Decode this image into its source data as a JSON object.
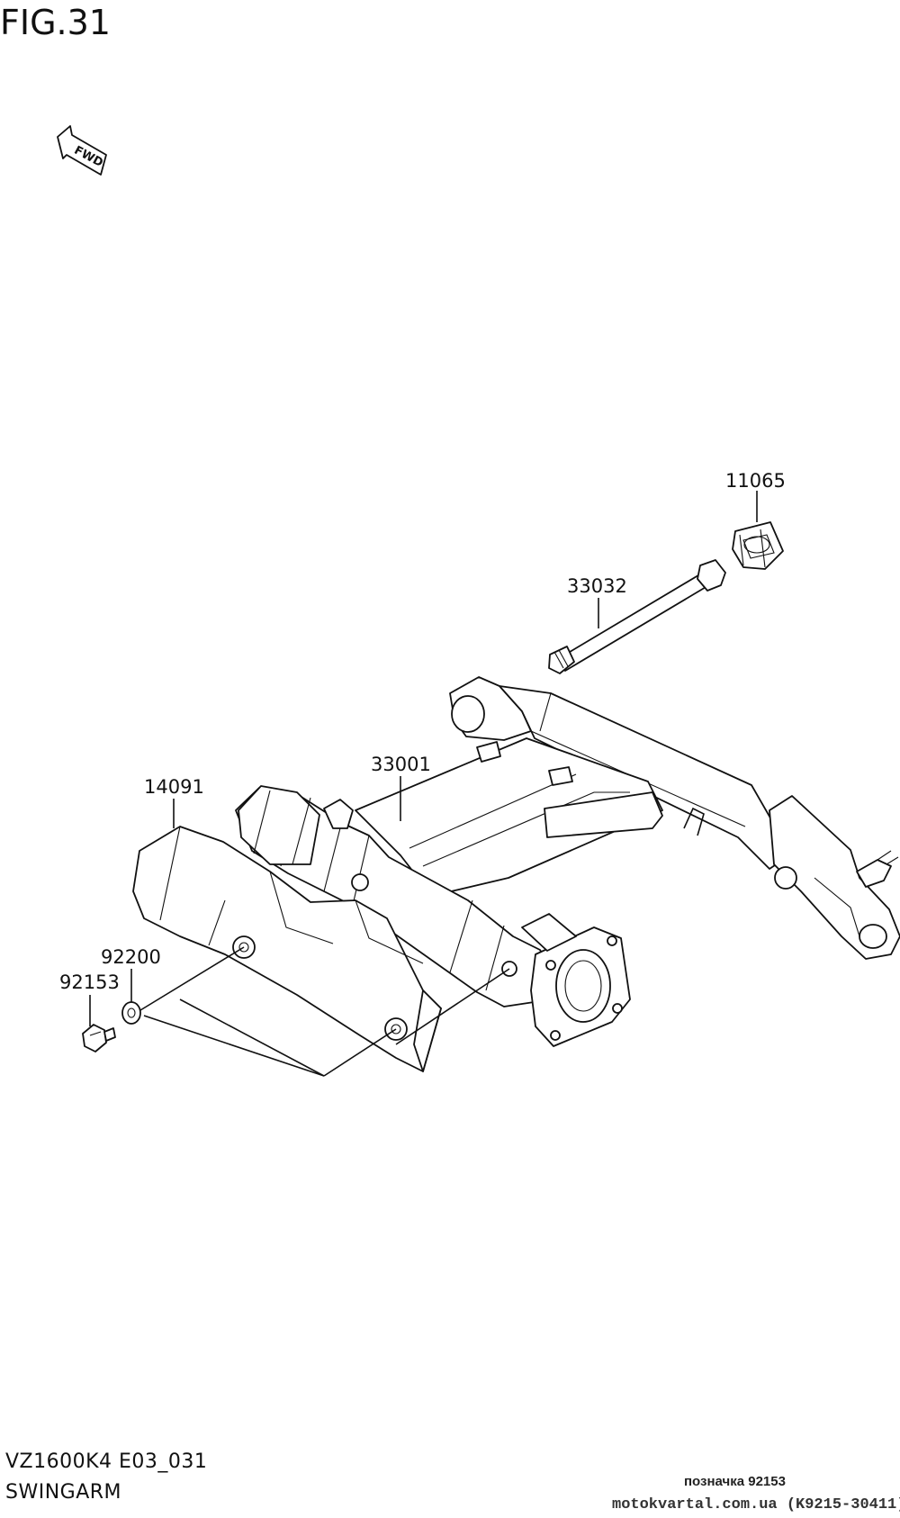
{
  "figure": {
    "title": "FIG.31"
  },
  "fwd_arrow": {
    "label": "FWD",
    "icon": "fwd-arrow-icon"
  },
  "parts": {
    "p11065": "11065",
    "p33032": "33032",
    "p33001": "33001",
    "p14091": "14091",
    "p92200": "92200",
    "p92153": "92153"
  },
  "footer": {
    "model": "VZ1600K4 E03_031",
    "section": "SWINGARM",
    "mark": "позначка 92153",
    "watermark": "motokvartal.com.ua (K9215-30411)"
  }
}
